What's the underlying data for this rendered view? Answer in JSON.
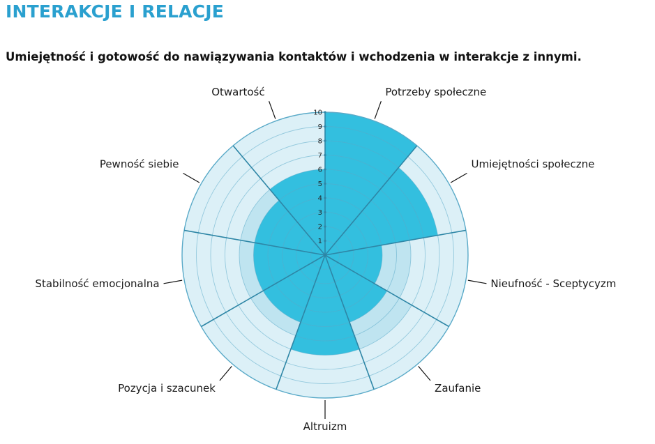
{
  "header": {
    "title": "INTERAKCJE I RELACJE",
    "subtitle": "Umiejętność i gotowość do nawiązywania kontaktów i wchodzenia w interakcje z innymi."
  },
  "colors": {
    "title": "#2aa0cf",
    "background_sector": "#dcf0f7",
    "mid_sector": "#bfe4f0",
    "value_fill": "#33bfdf",
    "ring_stroke": "#5aaac8",
    "spoke_stroke": "#2e86a6"
  },
  "chart_data": {
    "type": "polar-area",
    "title": "",
    "rlim": [
      0,
      10
    ],
    "ticks": [
      "1",
      "2",
      "3",
      "4",
      "5",
      "6",
      "7",
      "8",
      "9",
      "10"
    ],
    "categories": [
      "Potrzeby społeczne",
      "Umiejętności społeczne",
      "Nieufność - Sceptycyzm",
      "Zaufanie",
      "Altruizm",
      "Pozycja i szacunek",
      "Stabilność emocjonalna",
      "Pewność siebie",
      "Otwartość"
    ],
    "values": [
      10,
      8,
      4,
      5,
      7,
      5,
      5,
      5,
      6
    ],
    "background_band": [
      6,
      6,
      6,
      7,
      7,
      6,
      6,
      6,
      6
    ]
  }
}
